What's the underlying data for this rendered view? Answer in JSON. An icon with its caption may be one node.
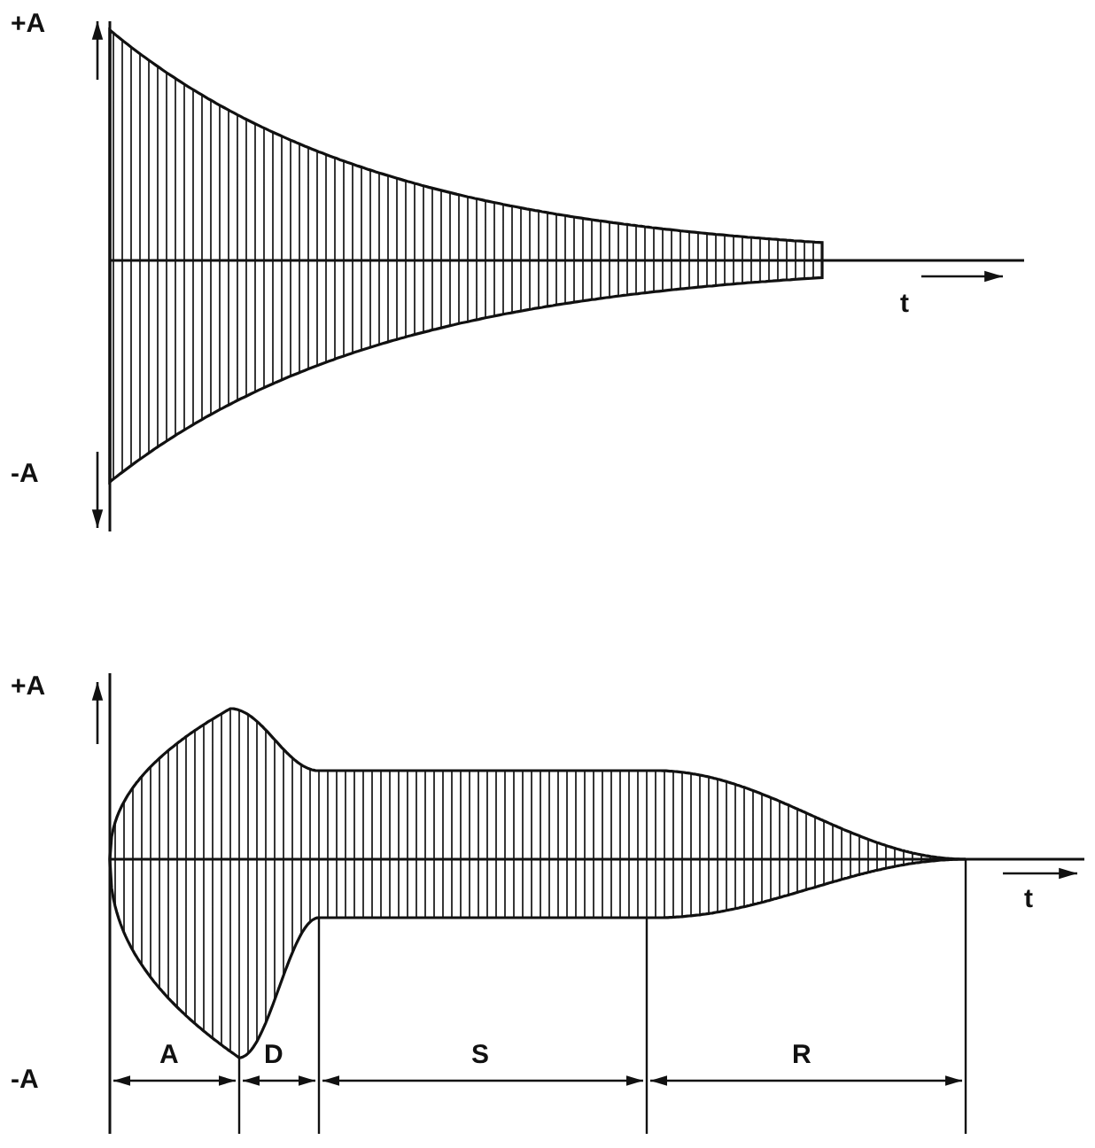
{
  "diagram": {
    "labels": [
      "+A",
      "-A",
      "t",
      "+A",
      "-A",
      "t",
      "A",
      "D",
      "S",
      "R"
    ]
  }
}
